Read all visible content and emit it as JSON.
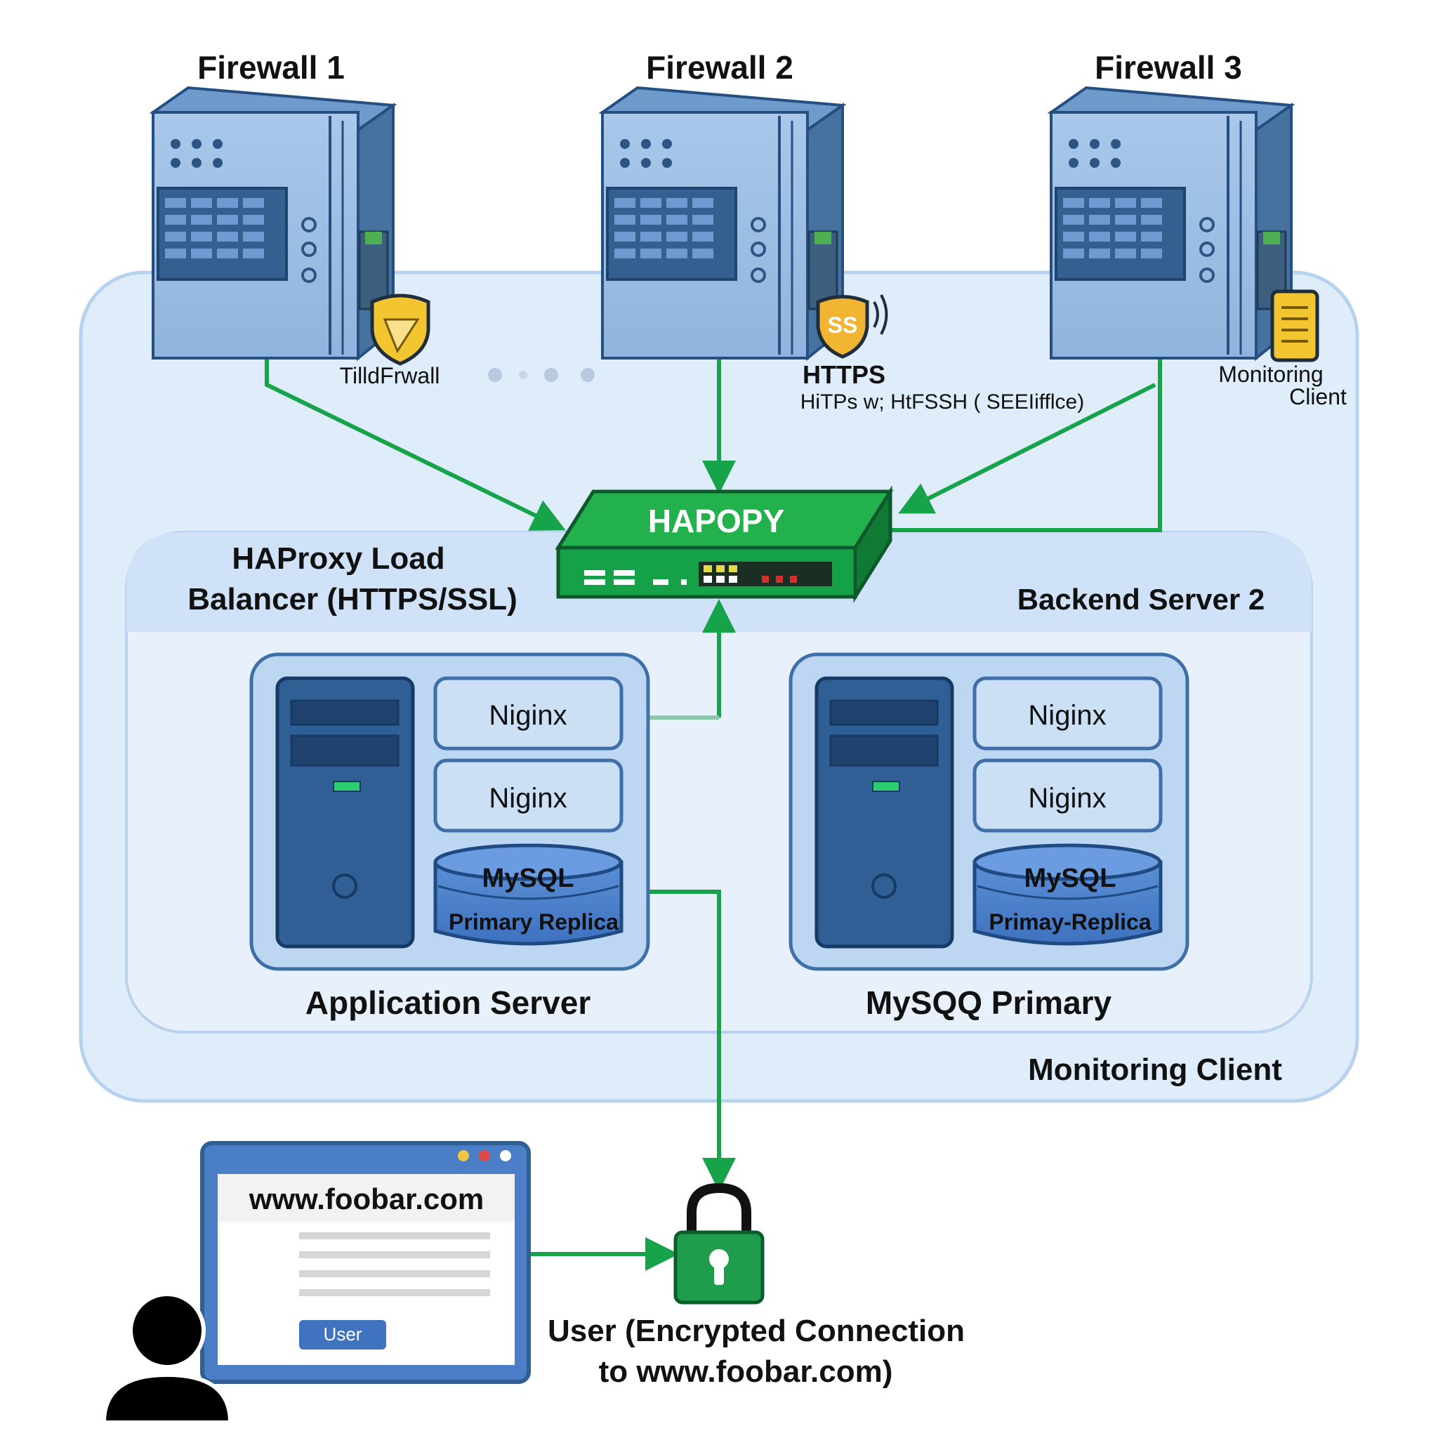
{
  "firewalls": [
    {
      "title": "Firewall 1",
      "badge_label": "TilldFrwall",
      "badge_icon": "shield-icon"
    },
    {
      "title": "Firewall 2",
      "badge_label": "HTTPS",
      "badge_sub": "HiTPs w; HtFSSH ( SEEIifflce)",
      "badge_icon": "ssl-badge-icon",
      "badge_text": "SS"
    },
    {
      "title": "Firewall 3",
      "badge_label_1": "Monitoring",
      "badge_label_2": "Client",
      "badge_icon": "monitoring-device-icon"
    }
  ],
  "load_balancer": {
    "device_label": "HAPOPY",
    "title_line1": "HAProxy Load",
    "title_line2": "Balancer (HTTPS/SSL)"
  },
  "backend_label": "Backend Server 2",
  "servers": [
    {
      "caption": "Application Server",
      "service_1": "Niginx",
      "service_2": "Niginx",
      "db_title": "MySQL",
      "db_sub": "Primary Replica"
    },
    {
      "caption": "MySQQ Primary",
      "service_1": "Niginx",
      "service_2": "Niginx",
      "db_title": "MySQL",
      "db_sub": "Primay-Replica"
    }
  ],
  "outer_label": "Monitoring Client",
  "browser": {
    "url": "www.foobar.com",
    "button": "User"
  },
  "user_caption_line1": "User (Encrypted Connection",
  "user_caption_line2": "to www.foobar.com)",
  "colors": {
    "arrow": "#16a34a",
    "panel": "#dcebfa",
    "server": "#2f5f94",
    "lock": "#1f9d4c",
    "haproxy": "#14a148"
  }
}
